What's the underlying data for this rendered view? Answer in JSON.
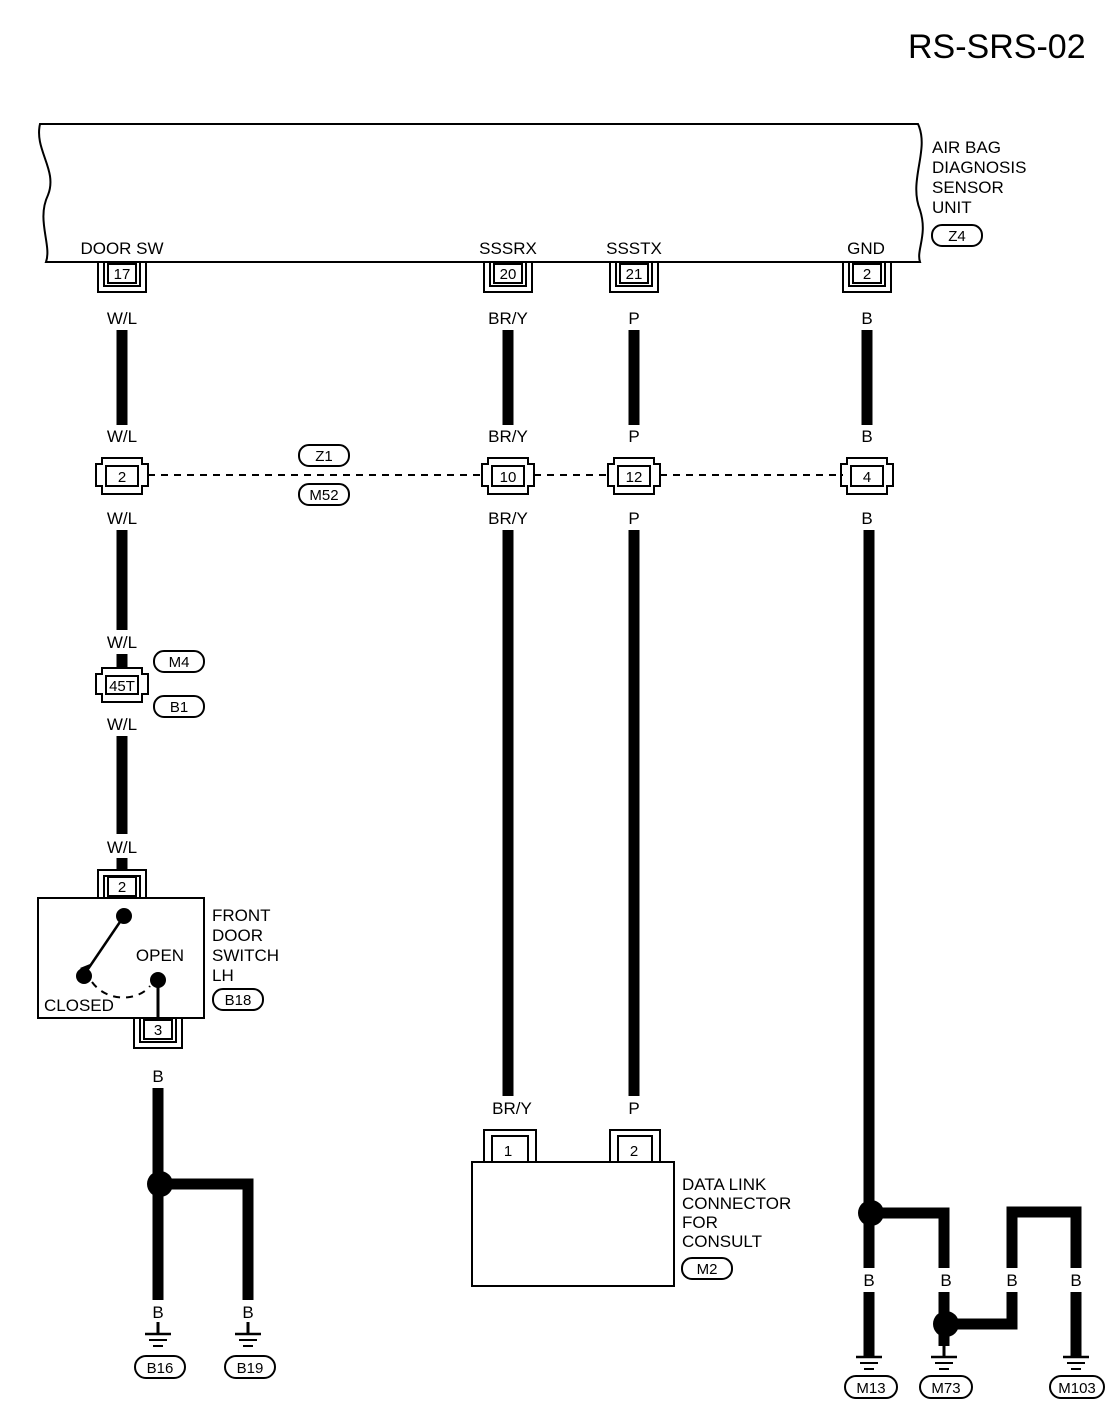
{
  "title": "RS-SRS-02",
  "unit": {
    "name_lines": [
      "AIR BAG",
      "DIAGNOSIS",
      "SENSOR",
      "UNIT"
    ],
    "connector": "Z4",
    "terminals": [
      {
        "label": "DOOR SW",
        "pin": "17"
      },
      {
        "label": "SSSRX",
        "pin": "20"
      },
      {
        "label": "SSSTX",
        "pin": "21"
      },
      {
        "label": "GND",
        "pin": "2"
      }
    ]
  },
  "wire_colors": {
    "door_sw": "W/L",
    "sssrx": "BR/Y",
    "ssstx": "P",
    "gnd": "B"
  },
  "joint_connector": {
    "connectors": [
      "Z1",
      "M52"
    ],
    "pins": [
      "2",
      "10",
      "12",
      "4"
    ]
  },
  "inline_connector": {
    "pin": "45T",
    "connectors": [
      "M4",
      "B1"
    ]
  },
  "door_switch": {
    "name_lines": [
      "FRONT",
      "DOOR",
      "SWITCH",
      "LH"
    ],
    "connector": "B18",
    "pin_top": "2",
    "pin_bottom": "3",
    "state_open": "OPEN",
    "state_closed": "CLOSED"
  },
  "data_link": {
    "name_lines": [
      "DATA LINK",
      "CONNECTOR",
      "FOR",
      "CONSULT"
    ],
    "connector": "M2",
    "pins": [
      "1",
      "2"
    ]
  },
  "grounds": {
    "left": [
      "B16",
      "B19"
    ],
    "right": [
      "M13",
      "M73",
      "M103"
    ],
    "wire_label": "B"
  }
}
